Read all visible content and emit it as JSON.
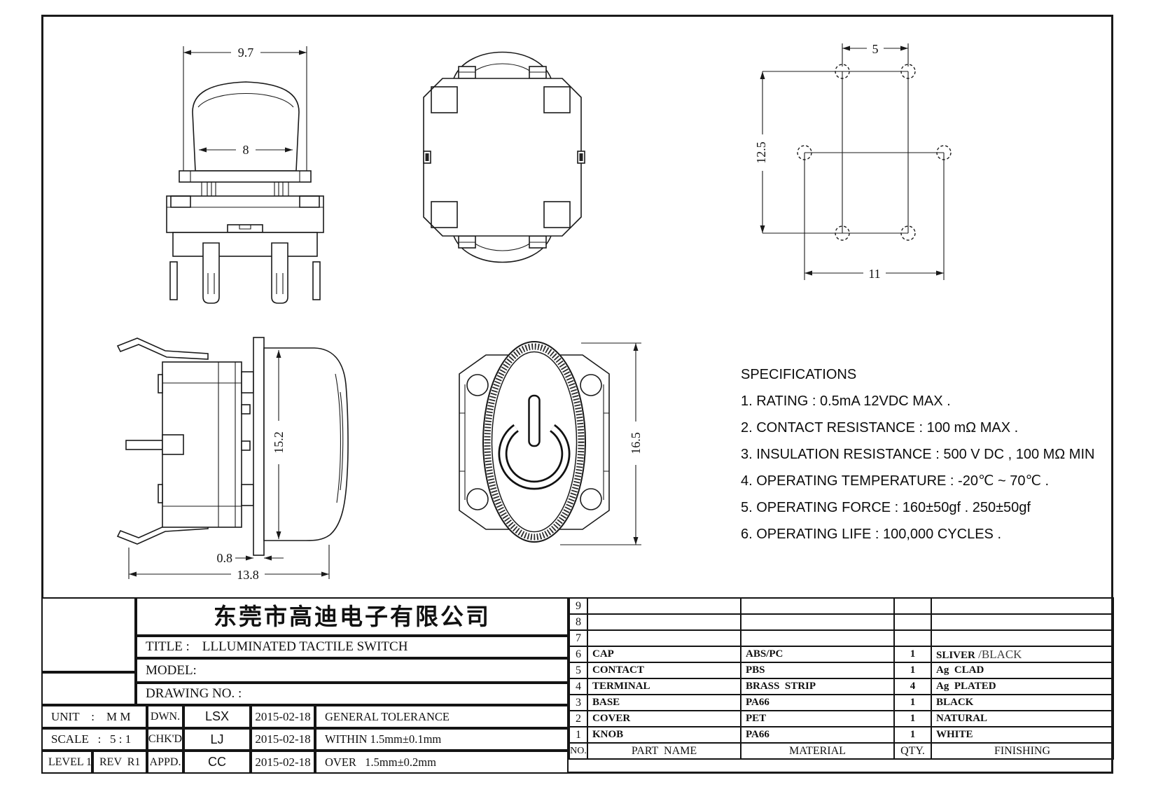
{
  "sheet": {
    "background": "#ffffff",
    "line_color": "#1a1a1a",
    "logo_red": "#e60012"
  },
  "dimensions": {
    "front_view": {
      "overall_width": "9.7",
      "cap_width": "8"
    },
    "pcb_view": {
      "pin_pitch": "5",
      "row_spacing": "12.5",
      "outer_pitch": "11"
    },
    "side_view": {
      "cap_height": "15.2",
      "flange_thickness": "0.8",
      "overall_depth": "13.8"
    },
    "face_view": {
      "overall_height": "16.5"
    }
  },
  "specifications": {
    "title": "SPECIFICATIONS",
    "items": [
      "1. RATING : 0.5mA 12VDC MAX .",
      "2. CONTACT RESISTANCE : 100 mΩ MAX .",
      "3. INSULATION RESISTANCE : 500 V DC , 100 MΩ MIN",
      "4. OPERATING TEMPERATURE : -20℃ ~ 70℃ .",
      "5. OPERATING FORCE : 160±50gf . 250±50gf",
      "6. OPERATING LIFE : 100,000 CYCLES ."
    ]
  },
  "title_block": {
    "company": "东莞市高迪电子有限公司",
    "title_label": "TITLE :",
    "title_value": "LLLUMINATED TACTILE SWITCH",
    "model_label": "MODEL:",
    "drawing_no_label": "DRAWING NO. :",
    "unit": "UNIT    :    M M",
    "scale": "SCALE   :   5 : 1",
    "level": "LEVEL 1",
    "rev": "REV  R1",
    "dwn_label": "DWN.",
    "dwn_name": "LSX",
    "dwn_date": "2015-02-18",
    "chk_label": "CHK'D",
    "chk_name": "LJ",
    "chk_date": "2015-02-18",
    "appd_label": "APPD.",
    "appd_name": "CC",
    "appd_date": "2015-02-18",
    "tolerance_title": "GENERAL TOLERANCE",
    "tolerance_within": "WITHIN 1.5mm±0.1mm",
    "tolerance_over": "OVER   1.5mm±0.2mm"
  },
  "parts_table": {
    "headers": {
      "no": "NO.",
      "part_name": "PART  NAME",
      "material": "MATERIAL",
      "qty": "QTY.",
      "finishing": "FINISHING"
    },
    "rows": [
      {
        "no": "9",
        "part_name": "",
        "material": "",
        "qty": "",
        "finishing": ""
      },
      {
        "no": "8",
        "part_name": "",
        "material": "",
        "qty": "",
        "finishing": ""
      },
      {
        "no": "7",
        "part_name": "",
        "material": "",
        "qty": "",
        "finishing": ""
      },
      {
        "no": "6",
        "part_name": "CAP",
        "material": "ABS/PC",
        "qty": "1",
        "finishing": "SLIVER",
        "finishing_extra": " /BLACK"
      },
      {
        "no": "5",
        "part_name": "CONTACT",
        "material": "PBS",
        "qty": "1",
        "finishing": "Ag  CLAD"
      },
      {
        "no": "4",
        "part_name": "TERMINAL",
        "material": "BRASS  STRIP",
        "qty": "4",
        "finishing": "Ag  PLATED"
      },
      {
        "no": "3",
        "part_name": "BASE",
        "material": "PA66",
        "qty": "1",
        "finishing": "BLACK"
      },
      {
        "no": "2",
        "part_name": "COVER",
        "material": "PET",
        "qty": "1",
        "finishing": "NATURAL"
      },
      {
        "no": "1",
        "part_name": "KNOB",
        "material": "PA66",
        "qty": "1",
        "finishing": "WHITE"
      }
    ]
  }
}
